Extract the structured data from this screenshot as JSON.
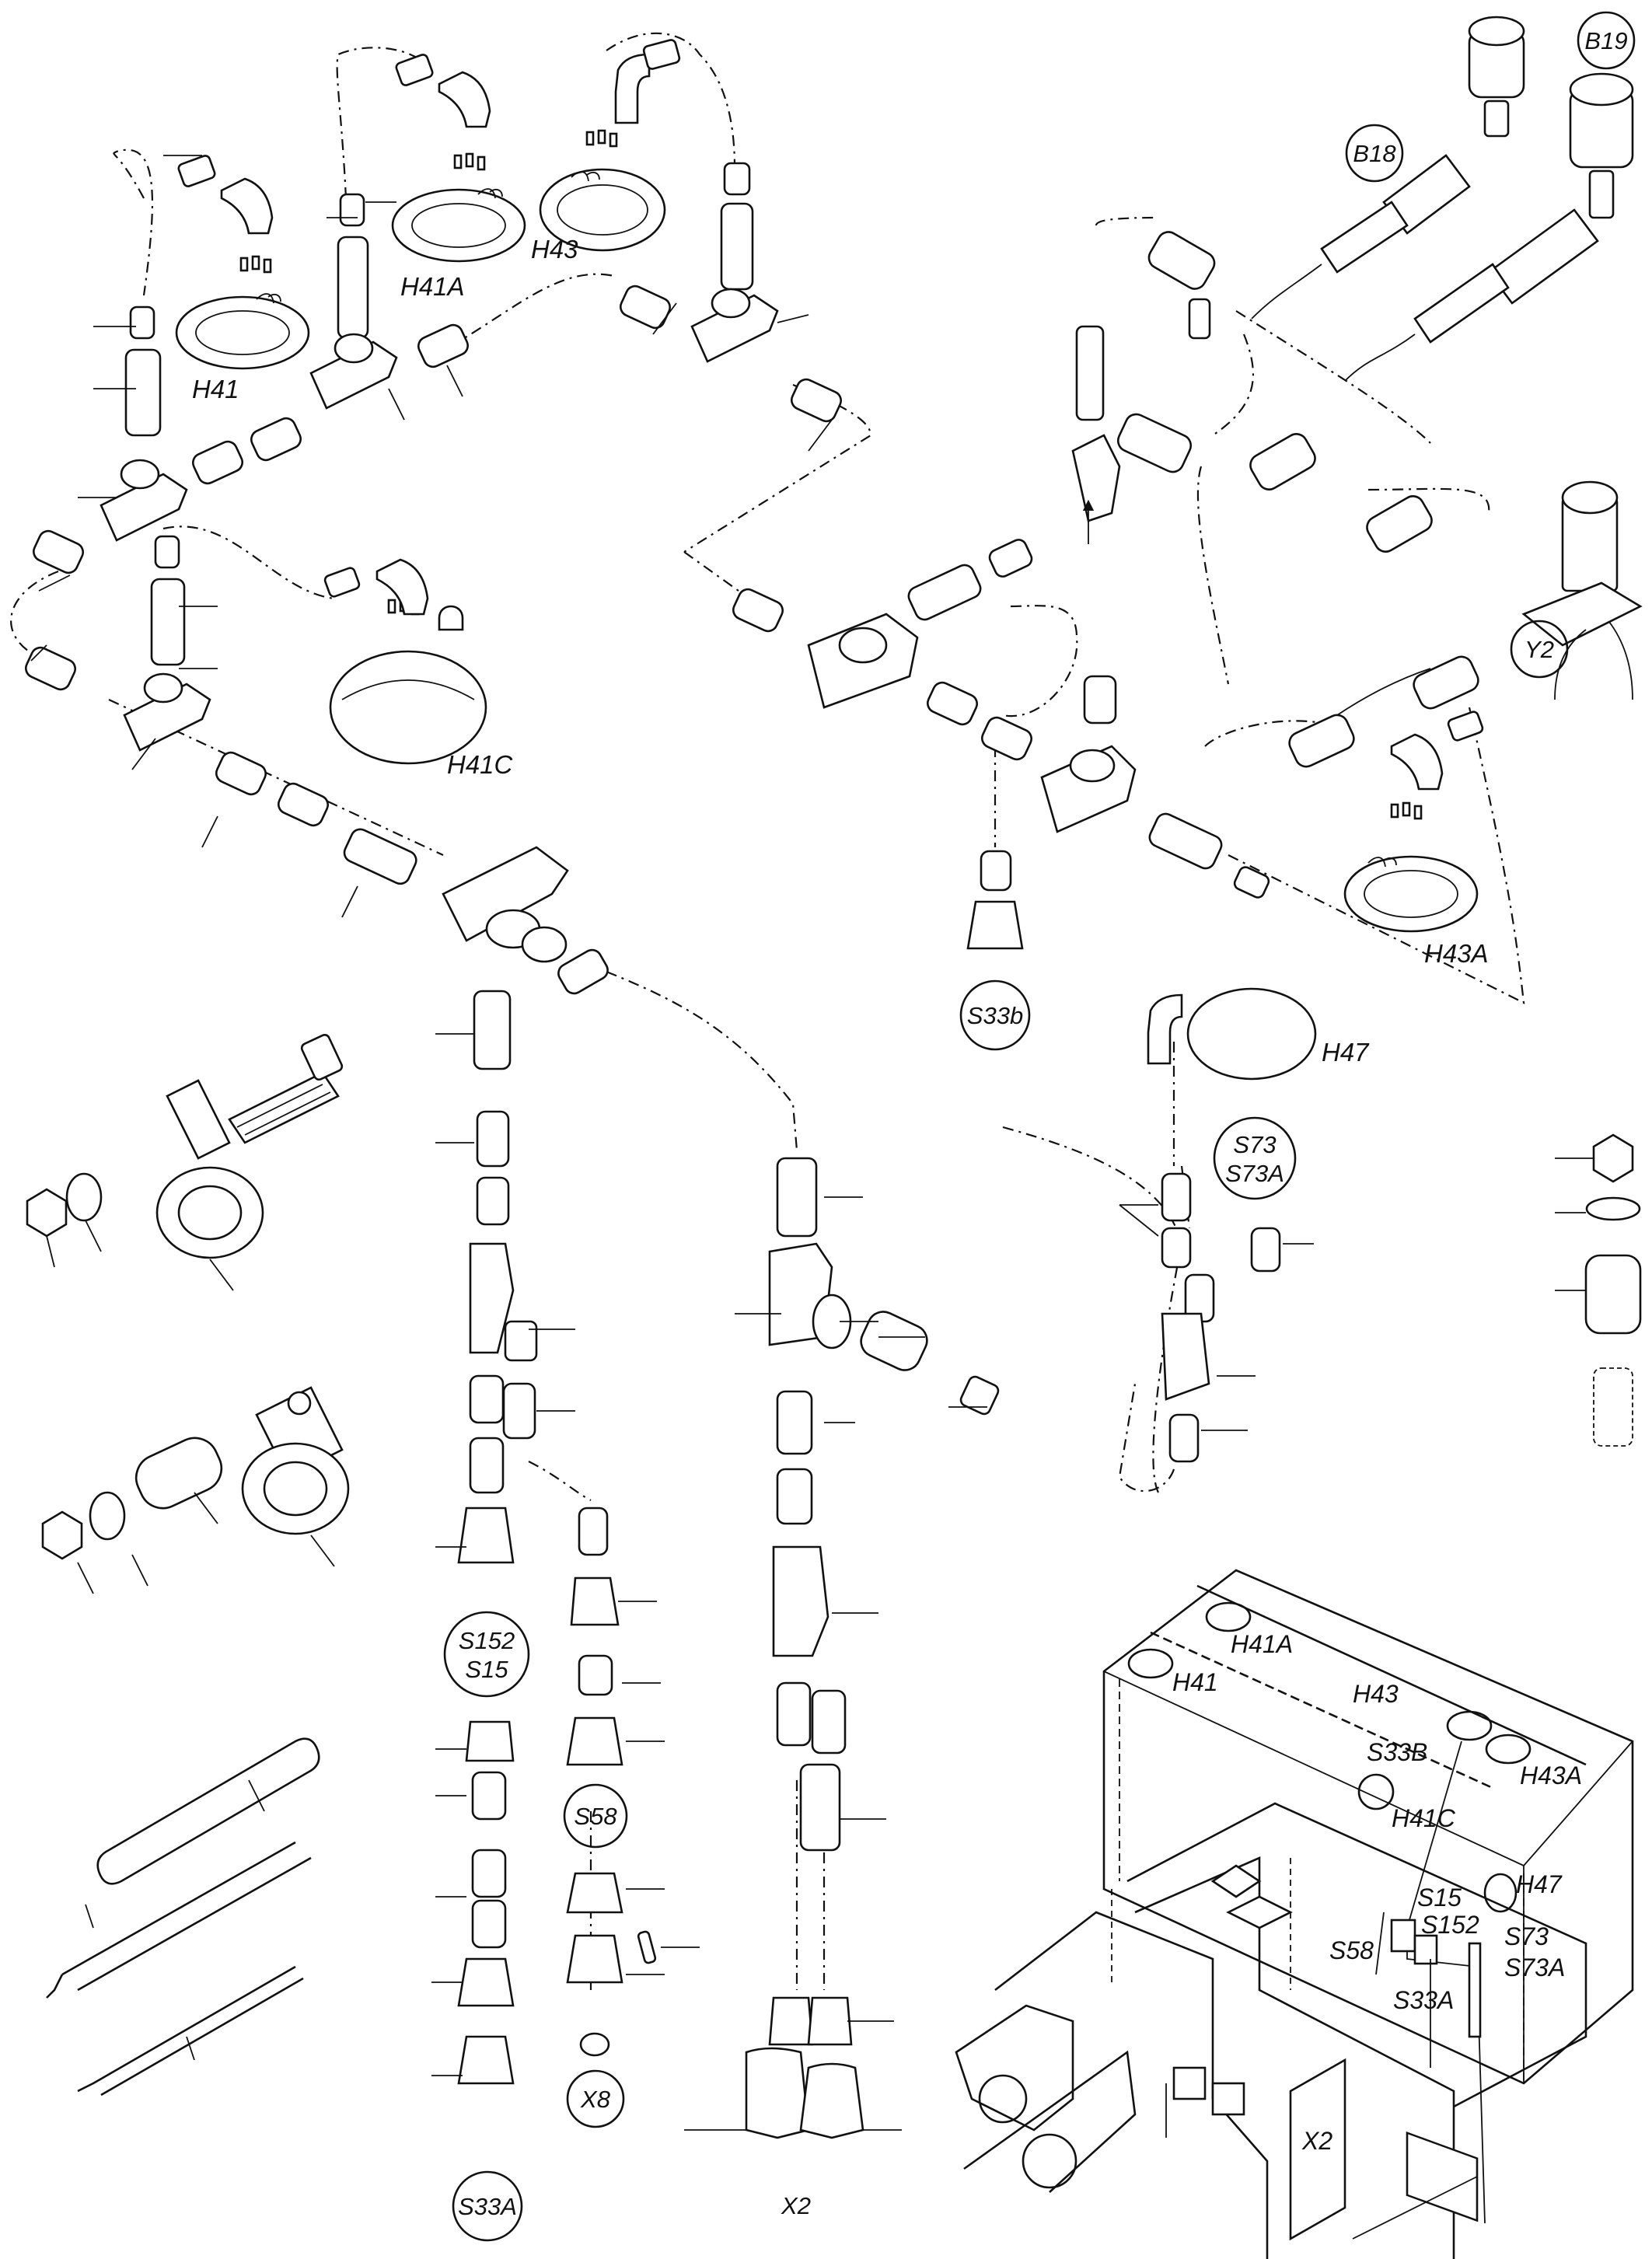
{
  "labels": {
    "h41": "H41",
    "h41a": "H41A",
    "h43": "H43",
    "h41c": "H41C",
    "h43a": "H43A",
    "h47": "H47",
    "b18": "B18",
    "b19": "B19",
    "y2": "Y2",
    "s33b": "S33b",
    "s73": "S73",
    "s73a": "S73A",
    "s152": "S152",
    "s15": "S15",
    "s58": "S58",
    "x8": "X8",
    "s33a": "S33A",
    "x2": "X2"
  },
  "machine_labels": {
    "h41a": "H41A",
    "h41": "H41",
    "h43": "H43",
    "s33b": "S33B",
    "h43a": "H43A",
    "h41c": "H41C",
    "s15": "S15",
    "s152": "S152",
    "h47": "H47",
    "s73": "S73",
    "s73a": "S73A",
    "s58": "S58",
    "s33a": "S33A",
    "x2": "X2"
  }
}
